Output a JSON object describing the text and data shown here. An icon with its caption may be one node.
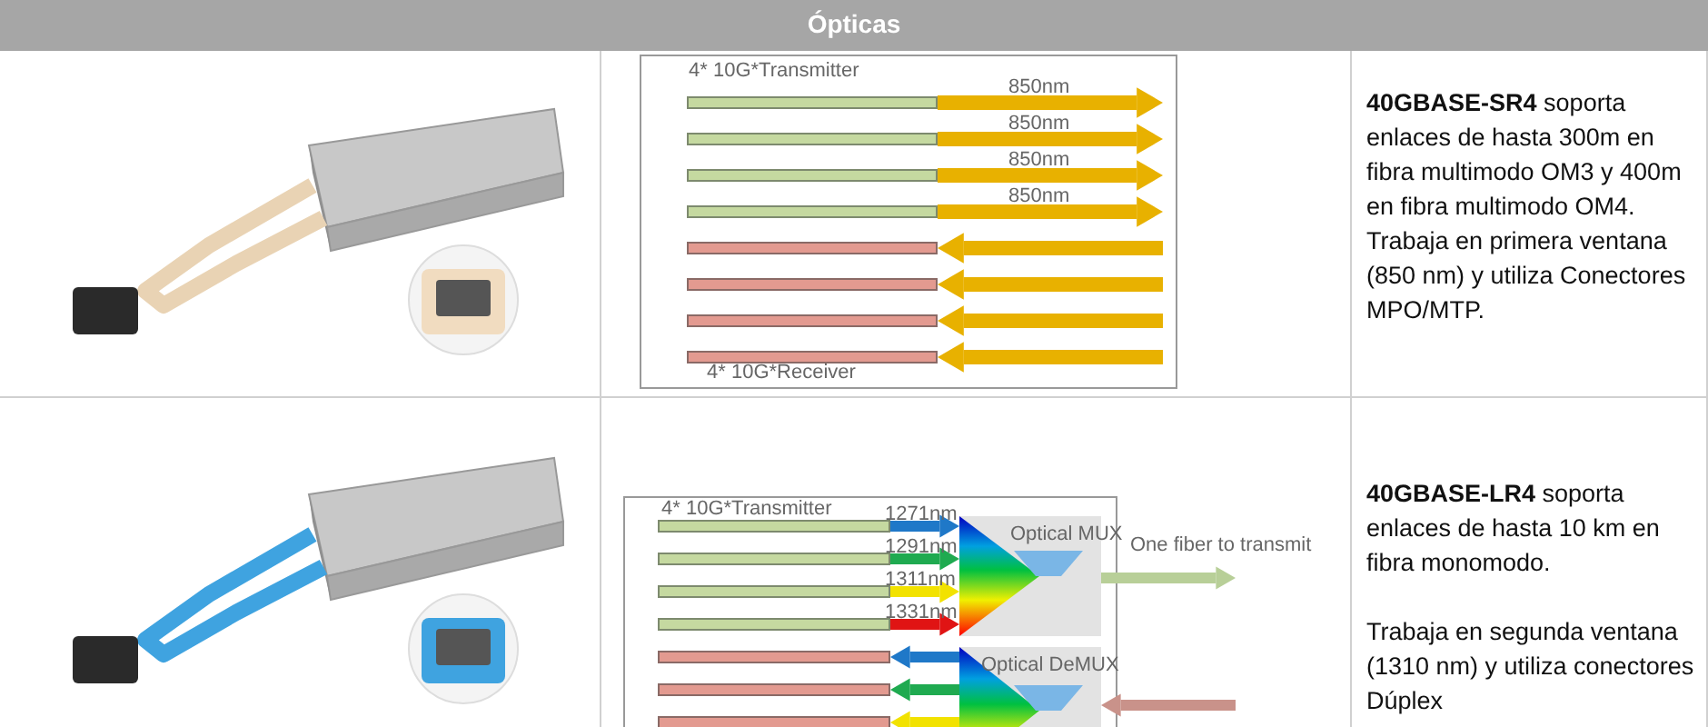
{
  "diagram": {
    "nodes": [
      {
        "text": [
          "4* 10G*Transmitter",
          "4* 10G*Receiver"
        ]
      },
      {
        "text": [],
        "shape": "bar",
        "in": 0
      },
      {
        "text": [],
        "shape": "bar",
        "in": 0
      },
      {
        "text": [],
        "shape": "bar",
        "in": 0
      },
      {
        "text": [],
        "shape": "bar",
        "in": 0
      },
      {
        "text": [],
        "shape": "bar",
        "in": 0
      },
      {
        "text": [],
        "shape": "bar",
        "in": 0
      },
      {
        "text": [],
        "shape": "bar",
        "in": 0
      },
      {
        "text": [],
        "shape": "bar",
        "in": 0
      },
      {
        "text": [
          "4* 10G*Transmitter"
        ]
      },
      {
        "text": [],
        "shape": "bar",
        "in": 9
      },
      {
        "text": [],
        "shape": "bar",
        "in": 9
      },
      {
        "text": [],
        "shape": "bar",
        "in": 9
      },
      {
        "text": [],
        "shape": "bar",
        "in": 9
      },
      {
        "text": [],
        "shape": "bar",
        "in": 9
      },
      {
        "text": [],
        "shape": "bar",
        "in": 9
      },
      {
        "text": [],
        "shape": "bar",
        "in": 9
      },
      {
        "text": [
          "Optical MUX"
        ],
        "in": 9
      },
      {
        "text": [
          "Optical DeMUX"
        ],
        "in": 9
      }
    ],
    "edges": [
      {
        "from": 1,
        "to": null,
        "arrow": "to",
        "label": "850nm"
      },
      {
        "from": 2,
        "to": null,
        "arrow": "to",
        "label": "850nm"
      },
      {
        "from": 3,
        "to": null,
        "arrow": "to",
        "label": "850nm"
      },
      {
        "from": 4,
        "to": null,
        "arrow": "to",
        "label": "850nm"
      },
      {
        "from": null,
        "to": 5,
        "arrow": "to"
      },
      {
        "from": null,
        "to": 6,
        "arrow": "to"
      },
      {
        "from": null,
        "to": 7,
        "arrow": "to"
      },
      {
        "from": null,
        "to": 8,
        "arrow": "to"
      },
      {
        "from": 10,
        "to": 17,
        "arrow": "to",
        "label": "1271nm",
        "color": "#1f78c8"
      },
      {
        "from": 11,
        "to": 17,
        "arrow": "to",
        "label": "1291nm",
        "color": "#1faa50"
      },
      {
        "from": 12,
        "to": 17,
        "arrow": "to",
        "label": "1311nm",
        "color": "#f2e200"
      },
      {
        "from": 13,
        "to": 17,
        "arrow": "to",
        "label": "1331nm",
        "color": "#e01414"
      },
      {
        "from": 17,
        "to": null,
        "arrow": "to",
        "label": "One fiber to transmit",
        "color": "#b8cf98"
      },
      {
        "from": null,
        "to": 18,
        "arrow": "to",
        "color": "#c9928a"
      },
      {
        "from": 18,
        "to": 14,
        "arrow": "to",
        "color": "#1f78c8"
      },
      {
        "from": 18,
        "to": 15,
        "arrow": "to",
        "color": "#1faa50"
      },
      {
        "from": 18,
        "to": 16,
        "arrow": "to",
        "color": "#f2e200"
      }
    ],
    "labels": [
      "Ópticas",
      "**40GBASE-SR4** soporta enlaces de hasta 300m en fibra multimodo OM3 y 400m en fibra multimodo OM4.",
      "Trabaja en primera ventana (850 nm) y utiliza Conectores MPO/MTP.",
      "**40GBASE-LR4** soporta enlaces de hasta 10 km en fibra monomodo.",
      "Trabaja en segunda ventana (1310 nm) y utiliza conectores Dúplex"
    ]
  }
}
